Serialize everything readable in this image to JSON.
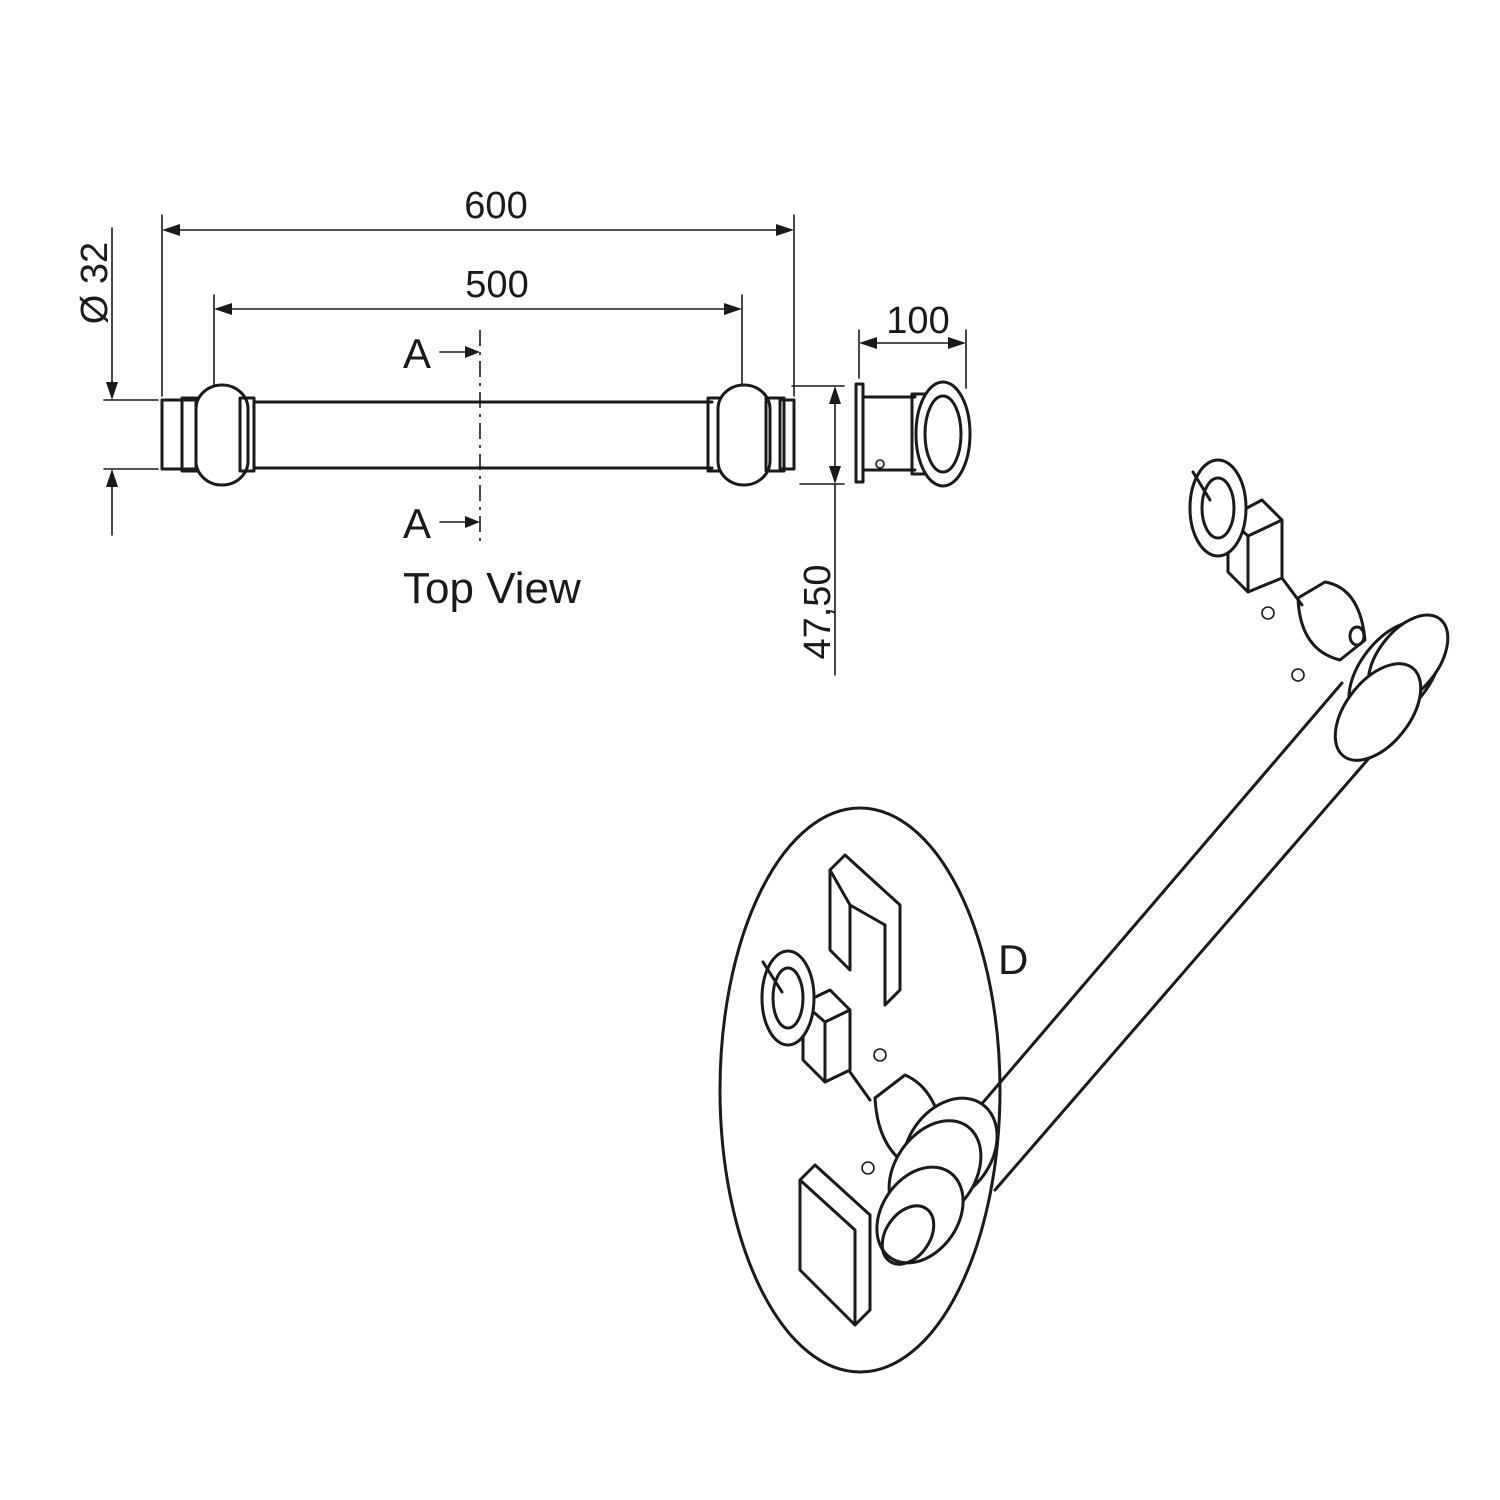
{
  "top_view": {
    "title": "Top View",
    "section_label": "A",
    "dimensions": {
      "overall_length": "600",
      "bracket_spacing": "500",
      "tube_diameter": "Ø 32",
      "side_projection": "100",
      "wall_offset": "47,50"
    }
  },
  "detail": {
    "label": "D"
  }
}
